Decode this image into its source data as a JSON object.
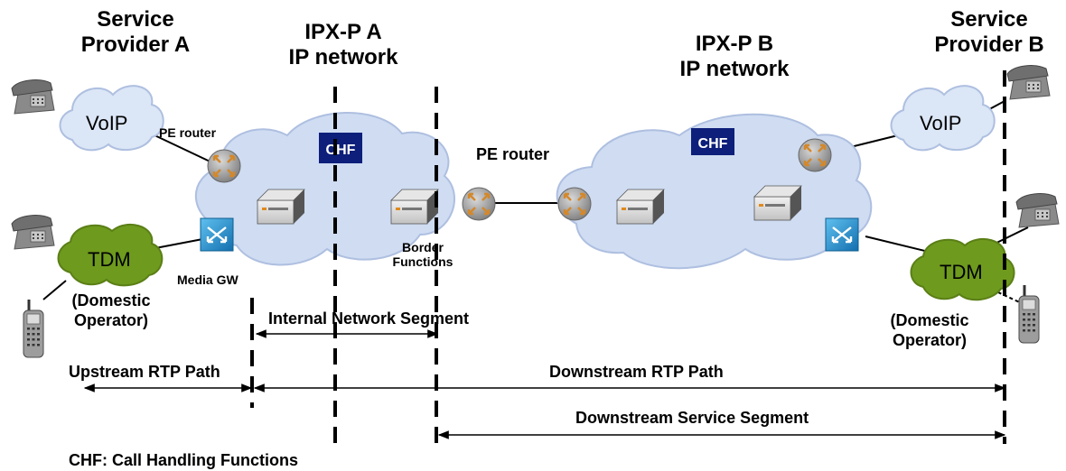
{
  "provider_a": {
    "line1": "Service",
    "line2": "Provider A"
  },
  "ipx_a": {
    "line1": "IPX-P A",
    "line2": "IP network"
  },
  "ipx_b": {
    "line1": "IPX-P B",
    "line2": "IP network"
  },
  "provider_b": {
    "line1": "Service",
    "line2": "Provider B"
  },
  "clouds": {
    "voip": "VoIP",
    "tdm": "TDM",
    "chf": "CHF"
  },
  "labels": {
    "pe_router": "PE router",
    "media_gw": "Media GW",
    "border_line1": "Border",
    "border_line2": "Functions",
    "domestic_line1": "(Domestic",
    "domestic_line2": "Operator)"
  },
  "segments": {
    "internal": "Internal Network Segment",
    "upstream": "Upstream RTP Path",
    "downstream": "Downstream RTP Path",
    "service": "Downstream Service Segment"
  },
  "footnote": "CHF: Call Handling Functions",
  "colors": {
    "ip_cloud": "#cfdcf2",
    "ip_cloud_edge": "#aebfe0",
    "voip_cloud": "#dbe6f6",
    "tdm_cloud": "#6e9a1e",
    "chf_box": "#0d1f7a",
    "router": "#9a9a9a",
    "switch": "#1a8ccf"
  },
  "icons": [
    "telephone-icon",
    "mobile-phone-icon",
    "router-icon",
    "media-gateway-switch-icon",
    "border-function-appliance-icon",
    "cloud-icon"
  ]
}
